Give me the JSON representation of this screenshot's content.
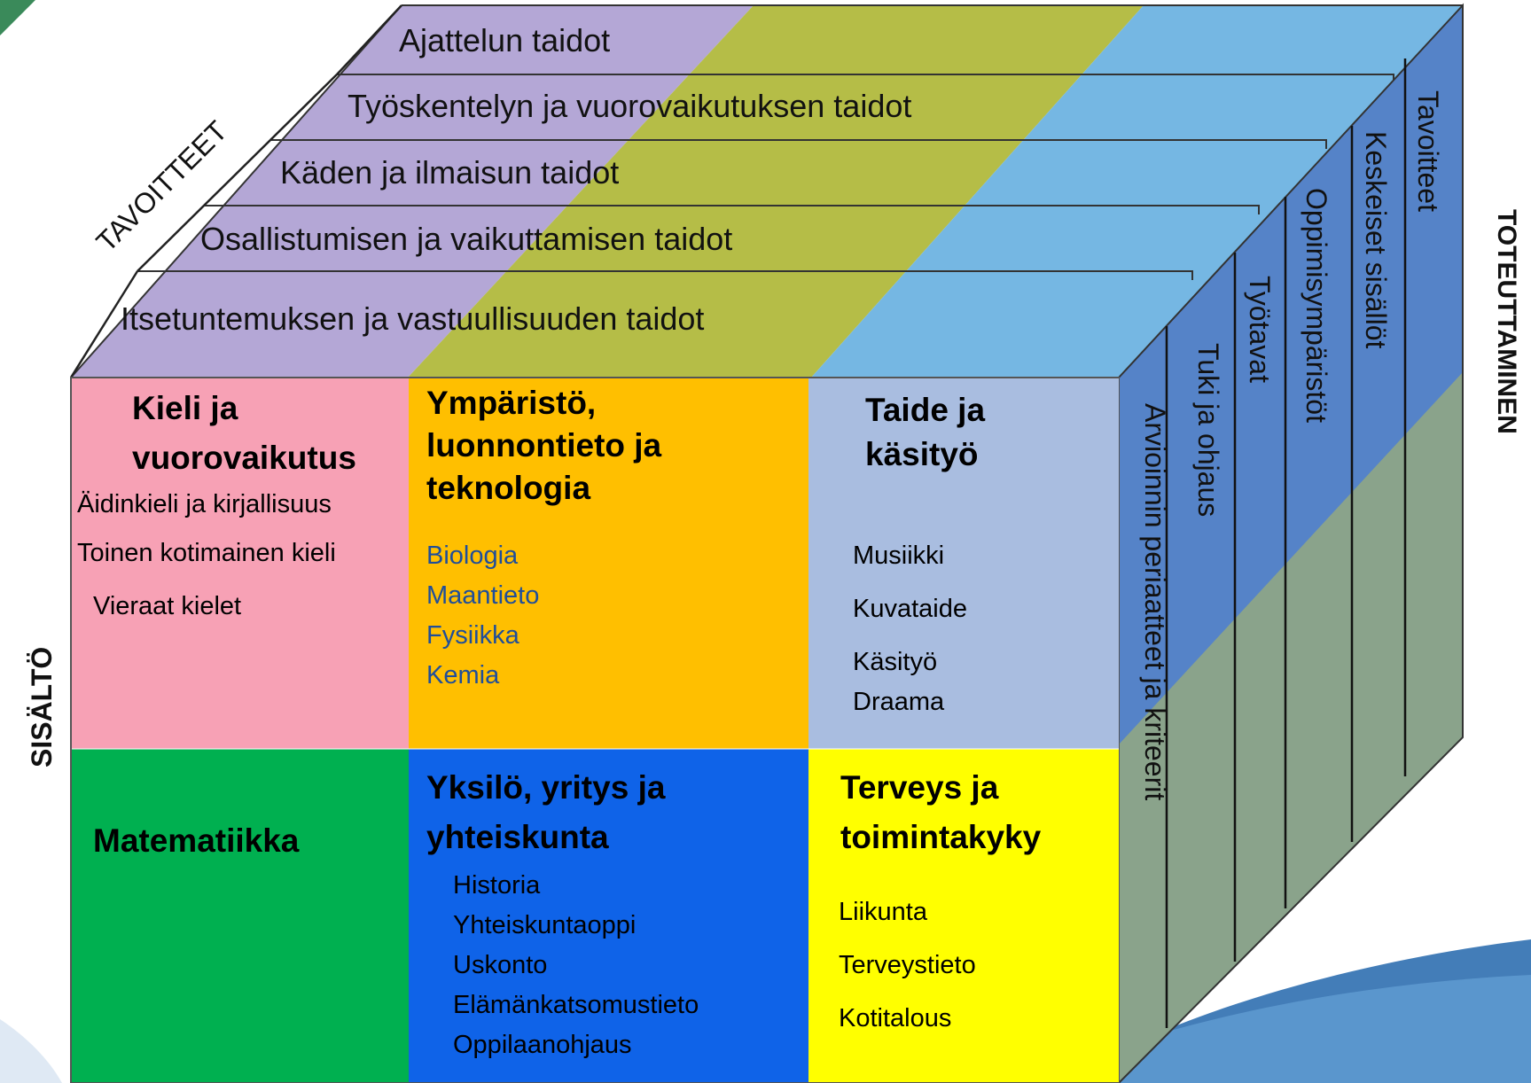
{
  "labels": {
    "goals_axis": "TAVOITTEET",
    "content_axis": "SISÄLTÖ",
    "implementation_axis": "TOTEUTTAMINEN"
  },
  "top_layers": [
    "Ajattelun taidot",
    "Työskentelyn ja vuorovaikutuksen taidot",
    "Käden ja ilmaisun taidot",
    "Osallistumisen ja vaikuttamisen taidot",
    "Itsetuntemuksen ja vastuullisuuden taidot"
  ],
  "side_layers": [
    "Arvioinnin periaatteet ja kriteerit",
    "Tuki ja ohjaus",
    "Työtavat",
    "Oppimisympäristöt",
    "Keskeiset sisällöt",
    "Tavoitteet"
  ],
  "cells": {
    "kieli": {
      "title_1": "Kieli ja",
      "title_2": "vuorovaikutus",
      "items": [
        "Äidinkieli ja kirjallisuus",
        "Toinen kotimainen kieli",
        "Vieraat kielet"
      ]
    },
    "ymparisto": {
      "title_1": "Ympäristö,",
      "title_2": "luonnontieto ja",
      "title_3": "teknologia",
      "items": [
        "Biologia",
        "Maantieto",
        "Fysiikka",
        "Kemia"
      ]
    },
    "taide": {
      "title_1": "Taide ja",
      "title_2": "käsityö",
      "items": [
        "Musiikki",
        "Kuvataide",
        "Käsityö",
        "Draama"
      ]
    },
    "matematiikka": {
      "title_1": "Matematiikka"
    },
    "yksilo": {
      "title_1": "Yksilö, yritys ja",
      "title_2": "yhteiskunta",
      "items": [
        "Historia",
        "Yhteiskuntaoppi",
        "Uskonto",
        "Elämänkatsomustieto",
        "Oppilaanohjaus"
      ]
    },
    "terveys": {
      "title_1": "Terveys ja",
      "title_2": "toimintakyky",
      "items": [
        "Liikunta",
        "Terveystieto",
        "Kotitalous"
      ]
    }
  },
  "colors": {
    "pink": "#f7a1b5",
    "orange": "#ffbf00",
    "lavender": "#a9bde0",
    "green": "#00b050",
    "blue": "#0f63e8",
    "yellow": "#ffff00",
    "top_purple": "#b4a7d6",
    "top_olive": "#b5bd47",
    "top_sky": "#75b7e3",
    "side_blue": "#5583c8",
    "side_gray": "#8aa38b"
  }
}
